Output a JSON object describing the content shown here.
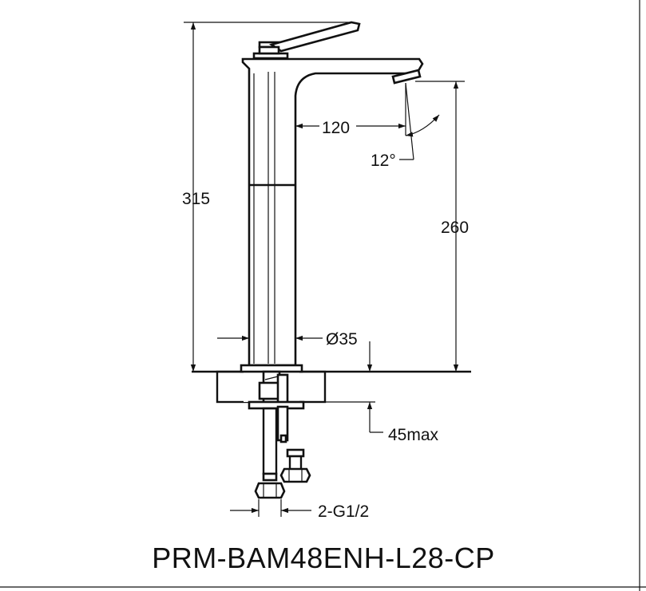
{
  "drawing": {
    "title": "PRM-BAM48ENH-L28-CP",
    "dimensions": {
      "total_height": "315",
      "spout_height": "260",
      "spout_reach": "120",
      "spout_angle": "12°",
      "body_diameter": "Ø35",
      "counter_thickness": "45max",
      "connection": "2-G1/2"
    }
  }
}
